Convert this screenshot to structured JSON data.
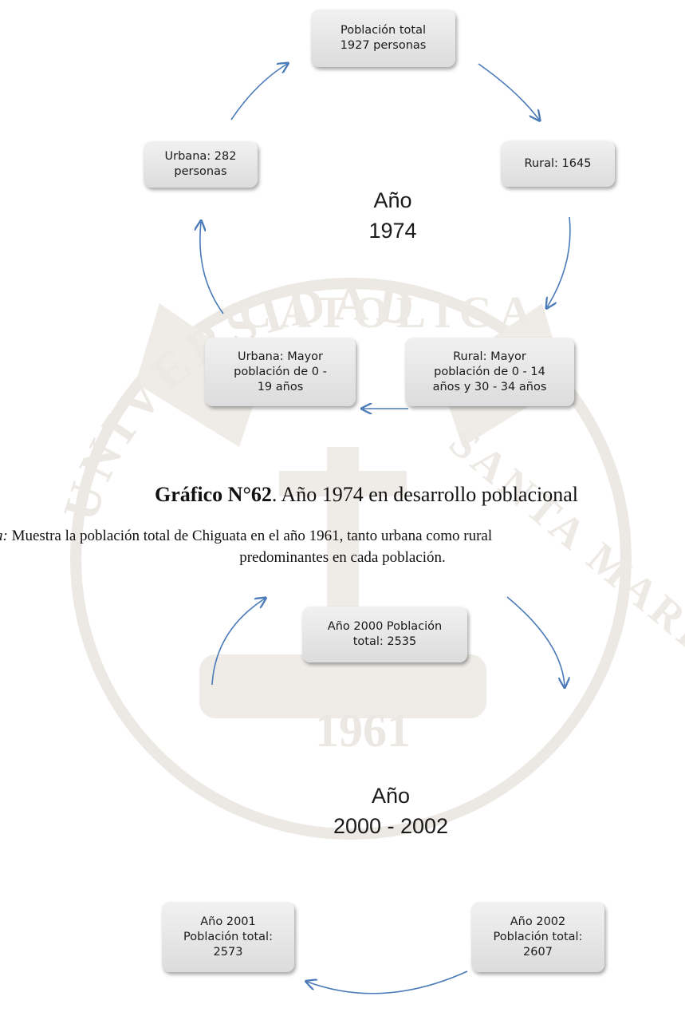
{
  "diagram_1974": {
    "center_label": "Año\n1974",
    "nodes": {
      "top": "Población total \n1927 personas",
      "right": "Rural: 1645",
      "bottom_right": "Rural: Mayor \npoblación de 0 - 14 \naños y 30 - 34 años",
      "bottom_left": "Urbana: Mayor \npoblación de 0 -\n19 años",
      "left": "Urbana: 282 \npersonas"
    }
  },
  "caption": {
    "label": "Gráfico N°62",
    "title": ". Año 1974 en desarrollo poblacional",
    "note_lead": "a:",
    "note_line1": " Muestra la población total de Chiguata en el año 1961, tanto urbana como rural",
    "note_line2": "predominantes en cada población."
  },
  "diagram_2000": {
    "center_label": "Año\n2000 - 2002",
    "nodes": {
      "top": "Año 2000 Población \ntotal: 2535",
      "bottom_right": "Año 2002 \nPoblación total: \n2607",
      "bottom_left": "Año 2001 \nPoblación total: \n2573"
    }
  },
  "watermark": {
    "ring_text_left": "UNIVERSIDAD",
    "ring_text_top": "CATOLICA",
    "ring_text_right": "SANTA MARIA",
    "year": "1961"
  },
  "colors": {
    "arrow": "#4a7ab8",
    "node_fill": "#e4e4e4",
    "watermark": "#e9e6e2"
  }
}
